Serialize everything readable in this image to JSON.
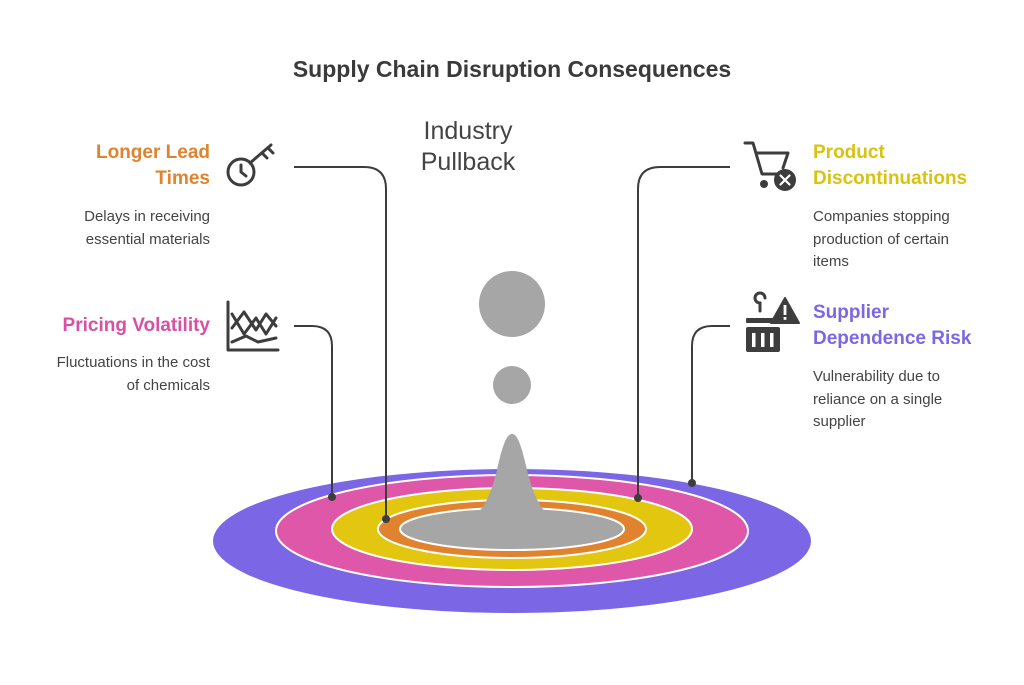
{
  "title": "Supply Chain Disruption Consequences",
  "center_label": "Industry Pullback",
  "colors": {
    "outer_ring": "#7b66e6",
    "pink_ring": "#df57a8",
    "yellow_ring": "#e2c60f",
    "orange_ring": "#e0822e",
    "center": "#a6a6a6",
    "line": "#3d3d3d",
    "icon": "#3d3d3d"
  },
  "items": [
    {
      "id": "lead-times",
      "heading_lines": [
        "Longer Lead",
        "Times"
      ],
      "desc_lines": [
        "Delays in receiving",
        "essential materials"
      ],
      "color": "#e0822e",
      "icon": "key-clock-icon"
    },
    {
      "id": "pricing",
      "heading_lines": [
        "Pricing Volatility"
      ],
      "desc_lines": [
        "Fluctuations in the cost",
        "of chemicals"
      ],
      "color": "#d94fa3",
      "icon": "volatility-chart-icon"
    },
    {
      "id": "discontinuations",
      "heading_lines": [
        "Product",
        "Discontinuations"
      ],
      "desc_lines": [
        "Companies stopping",
        "production of certain",
        "items"
      ],
      "color": "#d9c210",
      "icon": "cart-remove-icon"
    },
    {
      "id": "supplier",
      "heading_lines": [
        "Supplier",
        "Dependence Risk"
      ],
      "desc_lines": [
        "Vulnerability due to",
        "reliance on a single",
        "supplier"
      ],
      "color": "#7b66e6",
      "icon": "factory-warning-icon"
    }
  ]
}
